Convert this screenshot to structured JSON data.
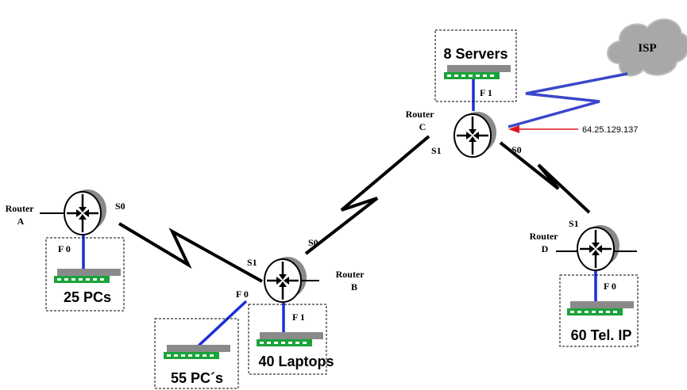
{
  "routers": [
    {
      "id": "a",
      "line1": "Router",
      "line2": "A"
    },
    {
      "id": "b",
      "line1": "Router",
      "line2": "B"
    },
    {
      "id": "c",
      "line1": "Router",
      "line2": "C"
    },
    {
      "id": "d",
      "line1": "Router",
      "line2": "D"
    }
  ],
  "interfaces": {
    "a_s0": "S0",
    "a_f0": "F 0",
    "b_s0": "S0",
    "b_s1": "S1",
    "b_f0": "F 0",
    "b_f1": "F 1",
    "c_s0": "S0",
    "c_s1": "S1",
    "c_f1": "F 1",
    "d_s1": "S1",
    "d_f0": "F 0"
  },
  "lans": {
    "a": "25 PCs",
    "b_f0": "55 PC´s",
    "b_f1": "40 Laptops",
    "c": "8 Servers",
    "d": "60 Tel. IP"
  },
  "cloud": "ISP",
  "isp_ip": "64.25.129.137",
  "colors": {
    "lan_link": "#1c2fd6",
    "isp_link": "#3a47c8",
    "arrow": "#e0141c",
    "cloud": "#a8a8a8",
    "router_shadow": "#8a8a8a",
    "switch_grey": "#8a8a8a",
    "switch_green": "#1aa33a"
  }
}
